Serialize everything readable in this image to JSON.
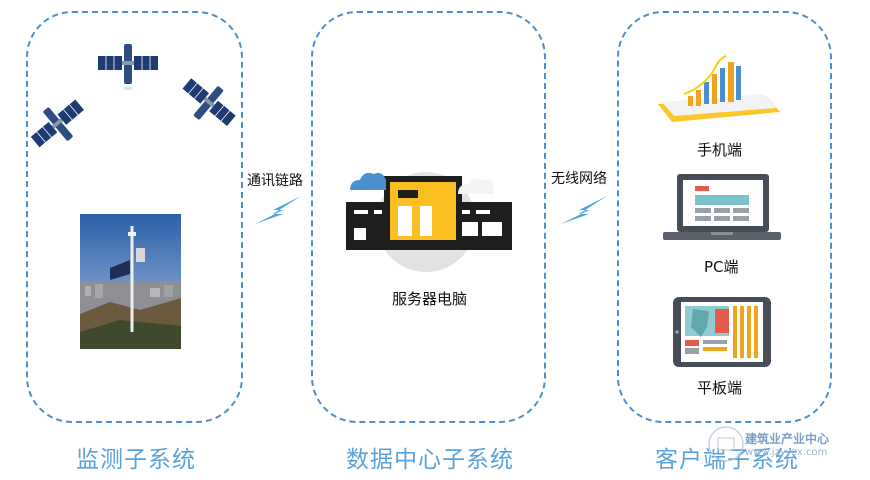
{
  "subsystems": {
    "monitor": {
      "label": "监测子系统"
    },
    "data_center": {
      "label": "数据中心子系统",
      "server_caption": "服务器电脑"
    },
    "client": {
      "label": "客户端子系统",
      "mobile_caption": "手机端",
      "pc_caption": "PC端",
      "tablet_caption": "平板端"
    }
  },
  "links": {
    "comm": "通讯链路",
    "wireless": "无线网络"
  },
  "watermark": {
    "name": "建筑业产业中心",
    "url": "www.jzyyzx.com"
  },
  "colors": {
    "panel_border": "#4a8fd0",
    "footer_text": "#5ba2dc",
    "accent_yellow": "#fbbf22",
    "lightning": "#4aa6dc"
  }
}
